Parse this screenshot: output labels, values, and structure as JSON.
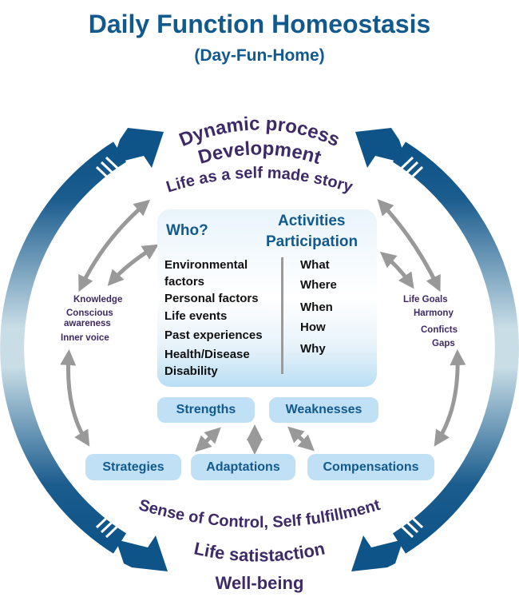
{
  "header": {
    "title": "Daily Function Homeostasis",
    "subtitle": "(Day-Fun-Home)"
  },
  "top_arc": {
    "line1": "Dynamic process",
    "line2": "Development",
    "line3": "Life as a self made story"
  },
  "bottom_arc": {
    "line1": "Sense of Control, Self fulfillment",
    "line2": "Life satistaction",
    "line3": "Well-being"
  },
  "left_side": {
    "items": [
      "Knowledge",
      "Conscious",
      "awareness",
      "Inner voice"
    ]
  },
  "right_side": {
    "items": [
      "Life Goals",
      "Harmony",
      "Conficts",
      "Gaps"
    ]
  },
  "center": {
    "who": "Who?",
    "activities": "Activities",
    "participation": "Participation",
    "factors": [
      "Environmental",
      "factors",
      "Personal factors",
      "Life events",
      "Past experiences",
      "Health/Disease",
      "Disability"
    ],
    "questions": [
      "What",
      "Where",
      "When",
      "How",
      "Why"
    ]
  },
  "pills": {
    "strengths": "Strengths",
    "weaknesses": "Weaknesses",
    "strategies": "Strategies",
    "adaptations": "Adaptations",
    "compensations": "Compensations"
  },
  "colors": {
    "title": "#125a8e",
    "arc_dark": "#0e5488",
    "arc_light": "#c8dde6",
    "purple_text": "#3e2a66",
    "gray_arrow": "#999999",
    "pill_bg": "#bfe0f5"
  }
}
